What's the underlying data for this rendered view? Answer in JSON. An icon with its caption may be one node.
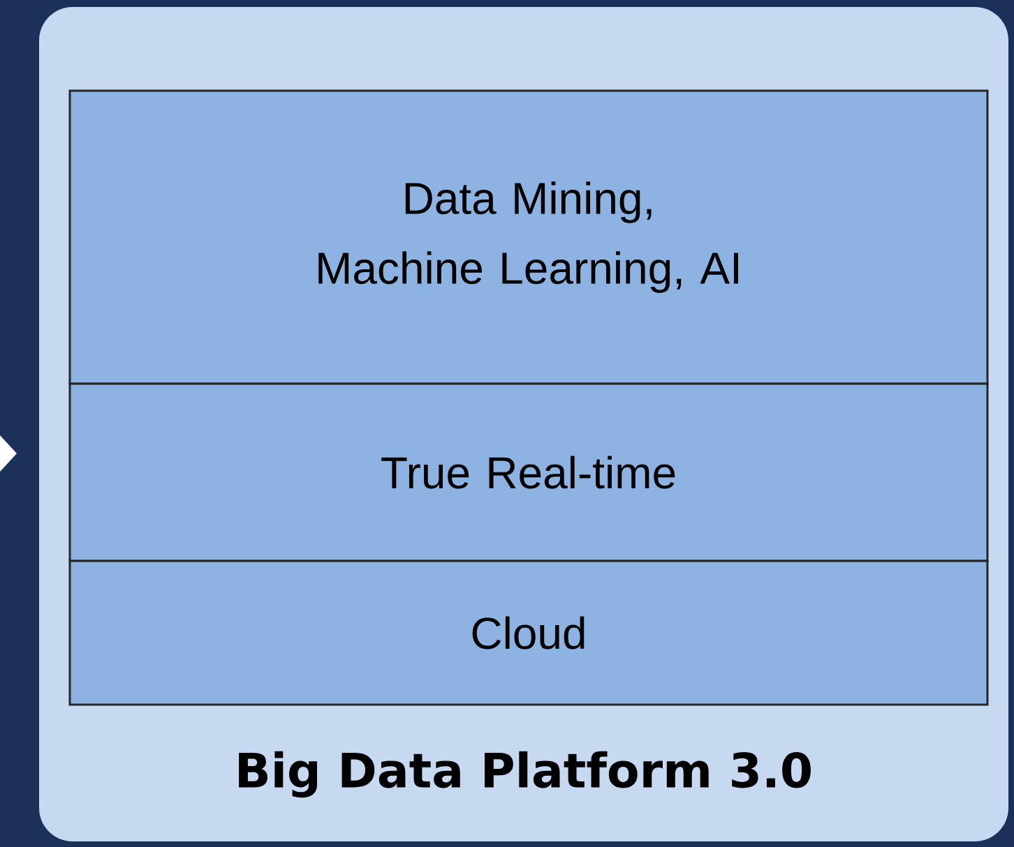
{
  "diagram": {
    "nodes": [
      {
        "text": [
          "Big Data Platform 3.0"
        ]
      },
      {
        "text": [
          "Data Mining, Machine Learning, AI"
        ],
        "in": 0
      },
      {
        "text": [
          "True Real-time"
        ],
        "in": 0
      },
      {
        "text": [
          "Cloud"
        ],
        "in": 0
      }
    ]
  }
}
